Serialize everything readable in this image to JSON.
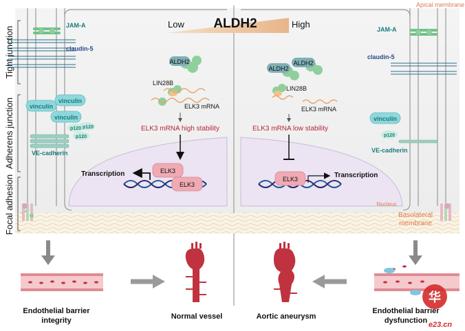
{
  "gradient": {
    "title": "ALDH2",
    "low": "Low",
    "high": "High"
  },
  "membranes": {
    "apical": "Apical membrane",
    "basolateral_line1": "Basolateral",
    "basolateral_line2": "membrane",
    "nucleus": "Nucleus"
  },
  "side_labels": {
    "tight": "Tight junction",
    "adherens": "Adherens junction",
    "focal": "Focal adhesion"
  },
  "left_cell": {
    "jam": "JAM-A",
    "claudin": "claudin-5",
    "vinculins": [
      "vinculin",
      "vinculin",
      "vinculin"
    ],
    "p120s": [
      "p120",
      "p120",
      "p120"
    ],
    "cadherin": "VE-cadherin"
  },
  "right_cell": {
    "jam": "JAM-A",
    "claudin": "claudin-5",
    "vinculin": "vinculin",
    "p120": "p120",
    "cadherin": "VE-cadherin"
  },
  "left_path": {
    "aldh2": "ALDH2",
    "lin28b": "LIN28B",
    "elk3_mrna": "ELK3 mRNA",
    "stability": "ELK3 mRNA high stability",
    "transcription": "Transcription",
    "elk3_a": "ELK3",
    "elk3_b": "ELK3"
  },
  "right_path": {
    "aldh2_a": "ALDH2",
    "aldh2_b": "ALDH2",
    "lin28b": "LIN28B",
    "elk3_mrna": "ELK3 mRNA",
    "stability": "ELK3 mRNA low stability",
    "transcription": "Transcription",
    "elk3": "ELK3"
  },
  "outcomes": {
    "left_barrier_l1": "Endothelial barrier",
    "left_barrier_l2": "integrity",
    "normal": "Normal vessel",
    "aneurysm": "Aortic aneurysm",
    "right_barrier_l1": "Endothelial barrier",
    "right_barrier_l2": "dysfunction"
  },
  "watermark": {
    "glyph": "华",
    "site": "e23.cn"
  },
  "colors": {
    "teal": "#1a7a7a",
    "navy": "#2a4a8a",
    "red": "#b3263a",
    "pill": "#8ed8dc",
    "protein": "#8fcf9c",
    "elk3": "#f0aab4",
    "vessel": "#c0323f",
    "nucleus": "#ece4f2",
    "gradient": "#e8b58a"
  }
}
